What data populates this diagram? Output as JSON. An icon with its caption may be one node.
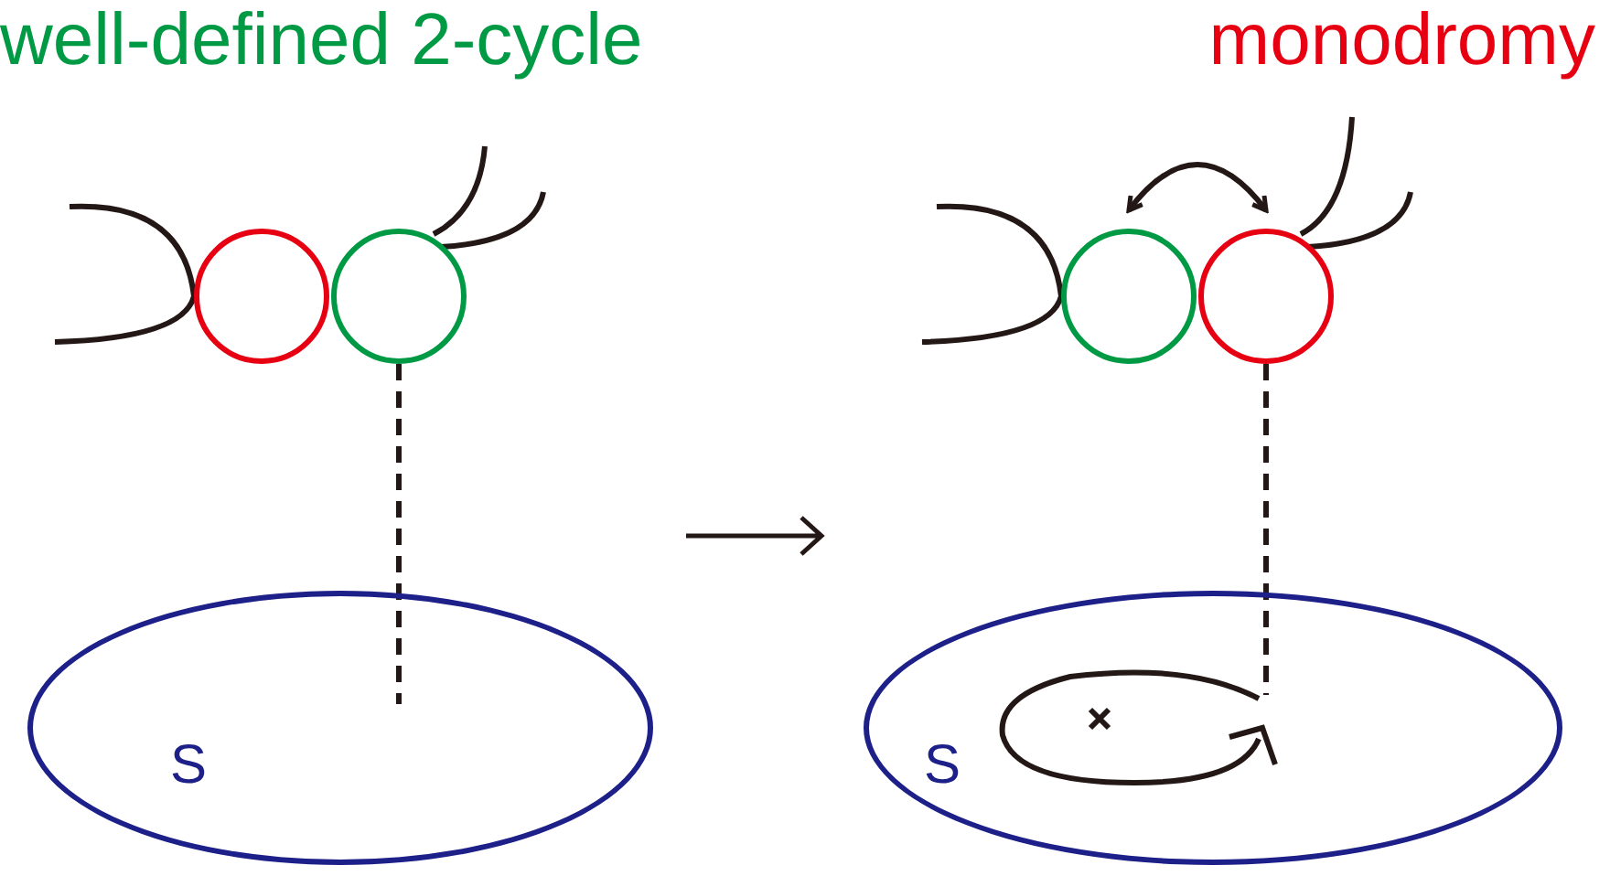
{
  "diagram": {
    "nodes": [
      {
        "text": [
          "S"
        ]
      },
      {
        "text": [
          "S"
        ]
      },
      {
        "text": [],
        "shape": "circle"
      },
      {
        "text": [],
        "shape": "circle"
      },
      {
        "text": [],
        "shape": "circle"
      },
      {
        "text": [],
        "shape": "circle"
      }
    ],
    "edges": [
      {
        "from": 3,
        "to": 0,
        "arrow": "none",
        "style": "dashed"
      },
      {
        "from": 5,
        "to": 1,
        "arrow": "none",
        "style": "dashed"
      },
      {
        "from": 4,
        "to": 5,
        "arrow": "both"
      }
    ],
    "labels": [
      "well-defined 2-cycle",
      "monodromy"
    ]
  }
}
